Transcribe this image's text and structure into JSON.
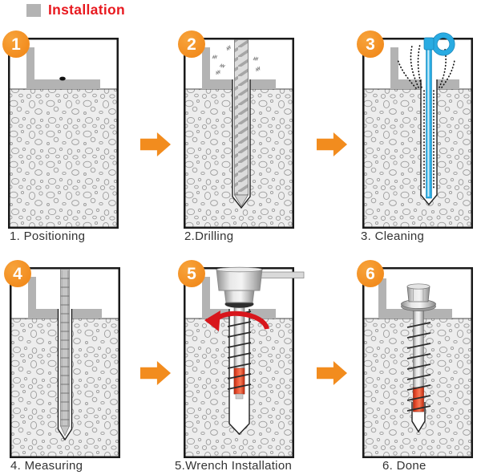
{
  "header": {
    "title": "Installation"
  },
  "steps": [
    {
      "number": "1",
      "caption": "1. Positioning"
    },
    {
      "number": "2",
      "caption": "2.Drilling"
    },
    {
      "number": "3",
      "caption": "3. Cleaning"
    },
    {
      "number": "4",
      "caption": "4. Measuring"
    },
    {
      "number": "5",
      "caption": "5.Wrench Installation"
    },
    {
      "number": "6",
      "caption": "6. Done"
    }
  ],
  "colors": {
    "accent-orange": "#F28C1E",
    "badge-orange-light": "#F7A33B",
    "title-red": "#E8191F",
    "rotation-red": "#D8161C",
    "tool-blue": "#29ABE2",
    "tool-blue-light": "#C9ECFA",
    "screw-red": "#E8432C",
    "bracket-gray": "#B3B3B3",
    "concrete-bg": "#EDEDED",
    "pebble-stroke": "#9C9C9C",
    "caption-color": "#333333",
    "panel-border": "#1A1A1A",
    "thread-dark": "#2B2B2B",
    "legend-gray": "#B3B3B3"
  }
}
